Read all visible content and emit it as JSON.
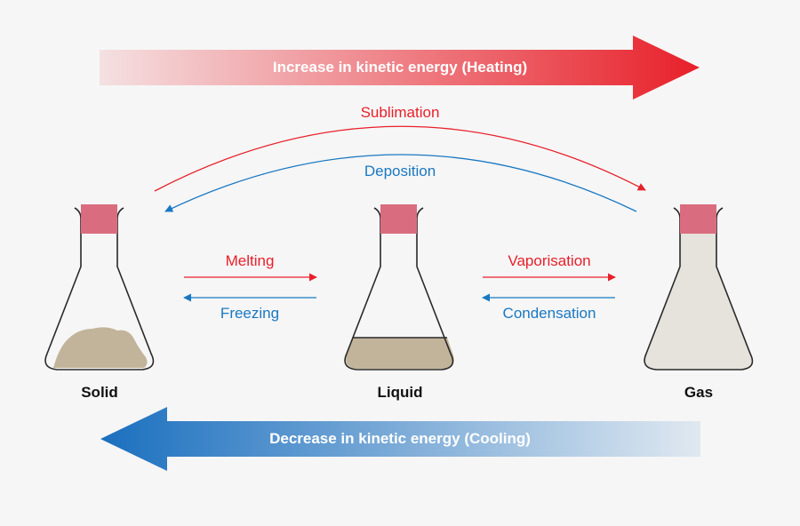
{
  "banners": {
    "heating": "Increase in kinetic energy (Heating)",
    "cooling": "Decrease in kinetic energy (Cooling)"
  },
  "states": {
    "solid": "Solid",
    "liquid": "Liquid",
    "gas": "Gas"
  },
  "transitions": {
    "sublimation": "Sublimation",
    "deposition": "Deposition",
    "melting": "Melting",
    "freezing": "Freezing",
    "vaporisation": "Vaporisation",
    "condensation": "Condensation"
  },
  "colors": {
    "heating": "#e8202a",
    "cooling": "#1a78c2",
    "stopper": "#d96d7f",
    "contents": "#c2b49a",
    "gas_fill": "#e6e2dc",
    "outline": "#2a2a2a"
  }
}
